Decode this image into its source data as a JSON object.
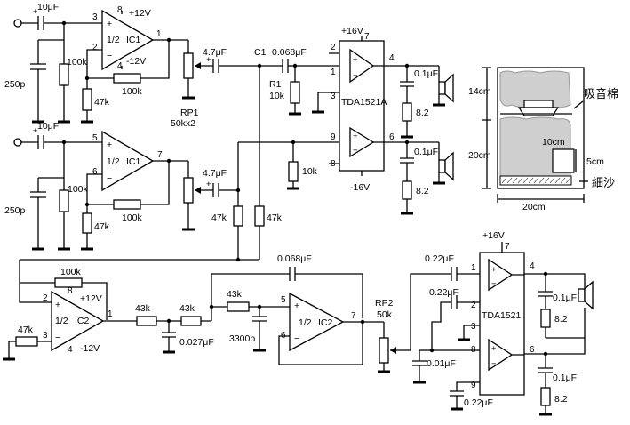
{
  "labels": {
    "c_in": "10μF",
    "r_100k": "100k",
    "r_47k": "47k",
    "c_250p": "250p",
    "v_p12": "+12V",
    "v_m12": "-12V",
    "half": "1/2",
    "ic1": "IC1",
    "ic2": "IC2",
    "c_4u7": "4.7μF",
    "c1": "C1",
    "c_068": "0.068μF",
    "c_068b": "0.068μF",
    "r1": "R1",
    "r_10k": "10k",
    "rp1": "RP1",
    "rp1_val": "50kx2",
    "v_p16": "+16V",
    "v_m16": "-16V",
    "tda1521a": "TDA1521A",
    "tda1521": "TDA1521",
    "c_01": "0.1μF",
    "r_82": "8.2",
    "r_43k": "43k",
    "c_027": "0.027μF",
    "c_3300p": "3300p",
    "rp2": "RP2",
    "rp2_val": "50k",
    "c_022": "0.22μF",
    "c_001": "0.01μF",
    "plus": "+",
    "minus": "−"
  },
  "pins": {
    "p1": "1",
    "p2": "2",
    "p3": "3",
    "p4": "4",
    "p5": "5",
    "p6": "6",
    "p7": "7",
    "p8": "8",
    "p9": "9"
  },
  "enclosure": {
    "dim_14": "14cm",
    "dim_20v": "20cm",
    "dim_20h": "20cm",
    "dim_10": "10cm",
    "dim_5": "5cm",
    "foam": "吸音棉",
    "sand": "細沙"
  }
}
